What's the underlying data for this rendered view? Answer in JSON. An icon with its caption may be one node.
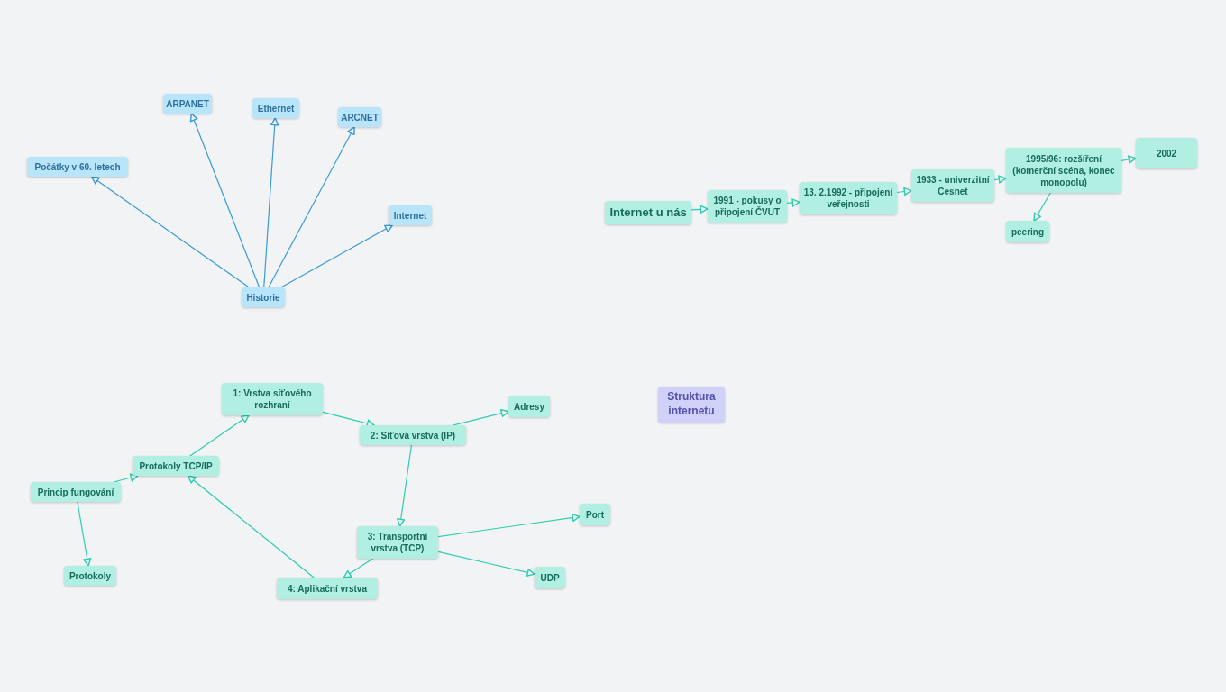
{
  "diagram": {
    "nodes": [
      {
        "text": [
          "Historie"
        ]
      },
      {
        "text": [
          "Počátky v 60. letech"
        ]
      },
      {
        "text": [
          "ARPANET"
        ]
      },
      {
        "text": [
          "Ethernet"
        ]
      },
      {
        "text": [
          "ARCNET"
        ]
      },
      {
        "text": [
          "Internet"
        ]
      },
      {
        "text": [
          "Internet u nás"
        ]
      },
      {
        "text": [
          "1991 - pokusy o připojení ČVUT"
        ]
      },
      {
        "text": [
          "13. 2.1992 - připojení veřejnosti"
        ]
      },
      {
        "text": [
          "1933 - univerzitní Cesnet"
        ]
      },
      {
        "text": [
          "1995/96: rozšíření (komerční scéna, konec monopolu)"
        ]
      },
      {
        "text": [
          "2002"
        ]
      },
      {
        "text": [
          "peering"
        ]
      },
      {
        "text": [
          "Struktura internetu"
        ]
      },
      {
        "text": [
          "1: Vrstva síťového rozhraní"
        ]
      },
      {
        "text": [
          "Protokoly TCP/IP"
        ]
      },
      {
        "text": [
          "Princip fungování"
        ]
      },
      {
        "text": [
          "Protokoly"
        ]
      },
      {
        "text": [
          "2: Síťová vrstva (IP)"
        ]
      },
      {
        "text": [
          "Adresy"
        ]
      },
      {
        "text": [
          "3: Transportní vrstva (TCP)"
        ]
      },
      {
        "text": [
          "Port"
        ]
      },
      {
        "text": [
          "UDP"
        ]
      },
      {
        "text": [
          "4: Aplikační vrstva"
        ]
      }
    ],
    "edges": [
      {
        "from": 0,
        "to": 1,
        "arrow": "to",
        "color": "#3a9bd5"
      },
      {
        "from": 0,
        "to": 2,
        "arrow": "to",
        "color": "#3a9bd5"
      },
      {
        "from": 0,
        "to": 3,
        "arrow": "to",
        "color": "#3a9bd5"
      },
      {
        "from": 0,
        "to": 4,
        "arrow": "to",
        "color": "#3a9bd5"
      },
      {
        "from": 0,
        "to": 5,
        "arrow": "to",
        "color": "#3a9bd5"
      },
      {
        "from": 6,
        "to": 7,
        "arrow": "to"
      },
      {
        "from": 7,
        "to": 8,
        "arrow": "to"
      },
      {
        "from": 8,
        "to": 9,
        "arrow": "to"
      },
      {
        "from": 9,
        "to": 10,
        "arrow": "to"
      },
      {
        "from": 10,
        "to": 11,
        "arrow": "to"
      },
      {
        "from": 10,
        "to": 12,
        "arrow": "to"
      },
      {
        "from": 16,
        "to": 15,
        "arrow": "to"
      },
      {
        "from": 16,
        "to": 17,
        "arrow": "to"
      },
      {
        "from": 15,
        "to": 14,
        "arrow": "to"
      },
      {
        "from": 14,
        "to": 18,
        "arrow": "to"
      },
      {
        "from": 18,
        "to": 19,
        "arrow": "to"
      },
      {
        "from": 18,
        "to": 20,
        "arrow": "to"
      },
      {
        "from": 20,
        "to": 21,
        "arrow": "to"
      },
      {
        "from": 20,
        "to": 22,
        "arrow": "to"
      },
      {
        "from": 20,
        "to": 23,
        "arrow": "to"
      },
      {
        "from": 23,
        "to": 15,
        "arrow": "to"
      }
    ]
  }
}
